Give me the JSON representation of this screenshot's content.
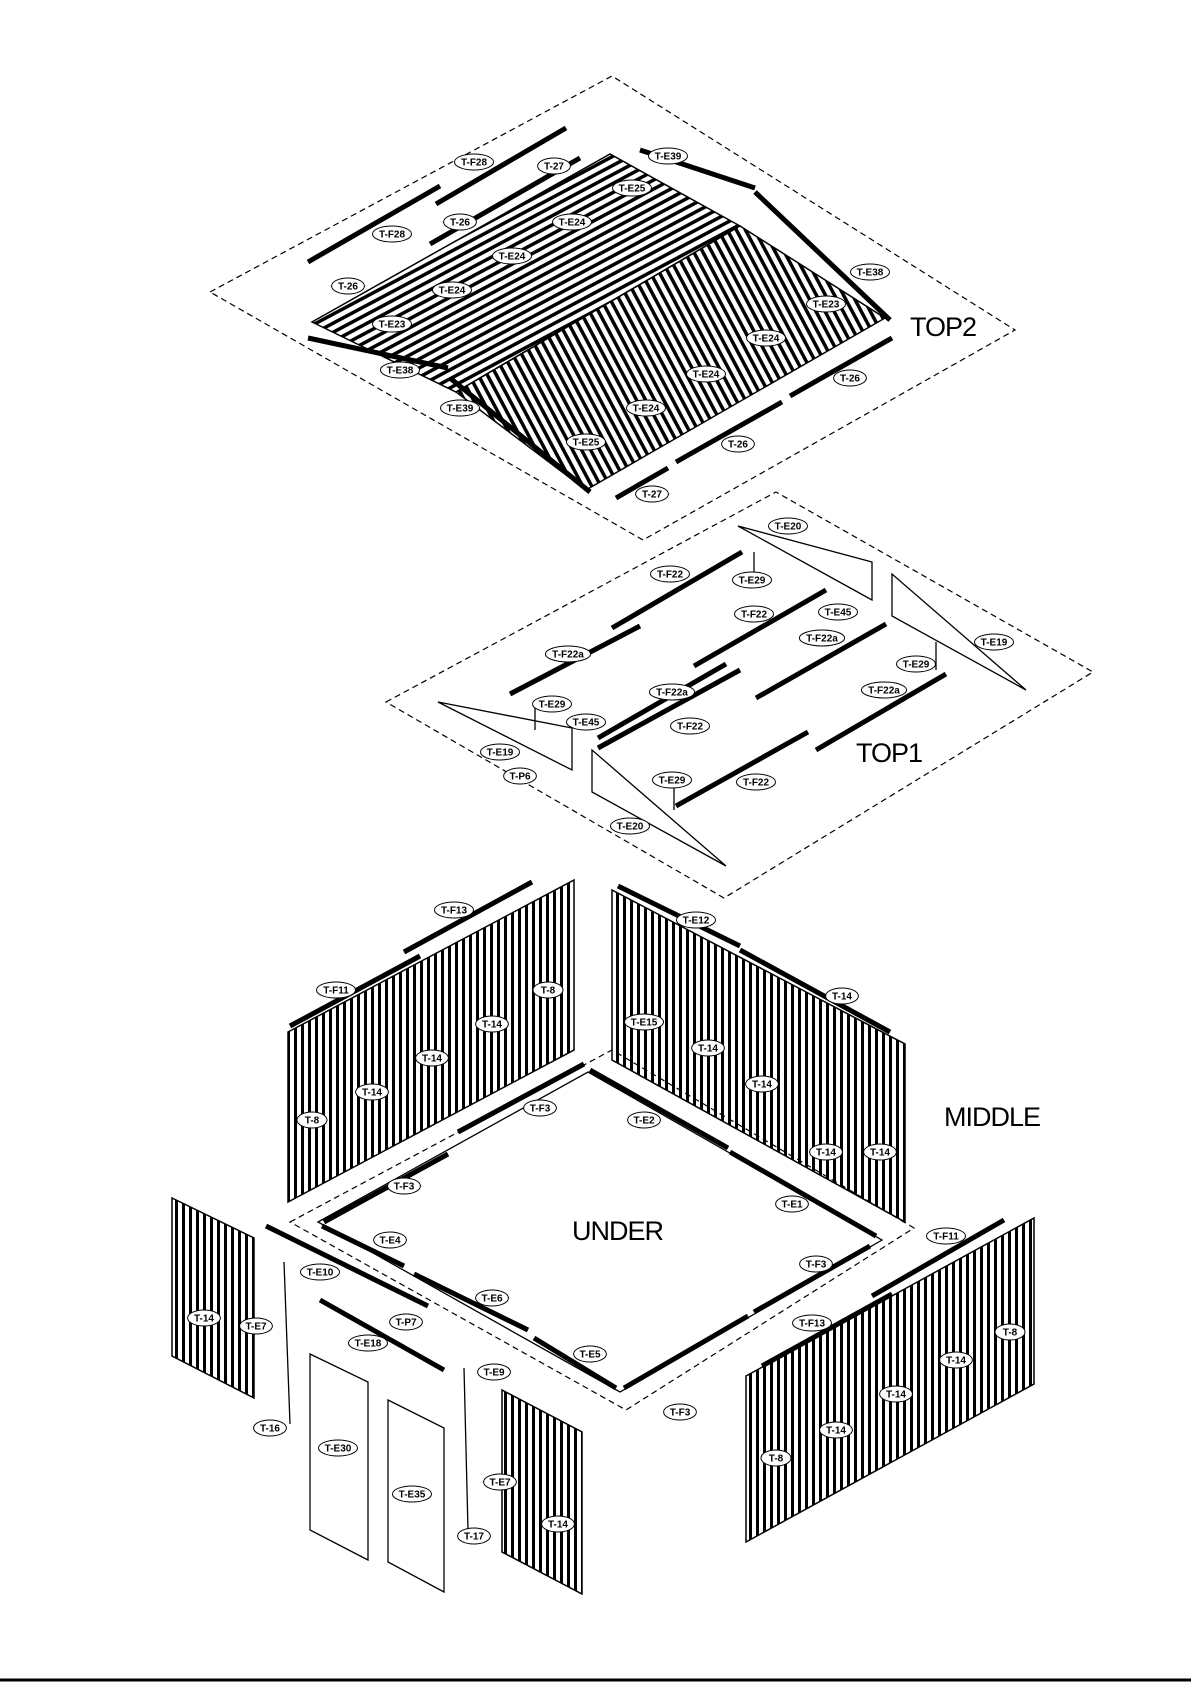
{
  "sections": {
    "top2": "TOP2",
    "top1": "TOP1",
    "middle": "MIDDLE",
    "under": "UNDER"
  },
  "labels": [
    "T-F28",
    "T-27",
    "T-E39",
    "T-E25",
    "T-F28",
    "T-26",
    "T-E24",
    "T-E24",
    "T-26",
    "T-E24",
    "T-E23",
    "T-E38",
    "T-E23",
    "T-E38",
    "T-E24",
    "T-E24",
    "T-26",
    "T-E39",
    "T-E24",
    "T-E25",
    "T-26",
    "T-27",
    "T-E20",
    "T-F22",
    "T-E29",
    "T-F22",
    "T-E45",
    "T-F22a",
    "T-F22a",
    "T-E19",
    "T-E29",
    "T-F22a",
    "T-E29",
    "T-F22a",
    "T-E45",
    "T-F22",
    "T-E19",
    "T-P6",
    "T-E29",
    "T-F22",
    "T-E20",
    "T-F13",
    "T-E12",
    "T-F11",
    "T-8",
    "T-14",
    "T-E15",
    "T-14",
    "T-14",
    "T-14",
    "T-14",
    "T-8",
    "T-F3",
    "T-E2",
    "T-14",
    "T-14",
    "T-14",
    "T-F3",
    "T-E1",
    "T-14",
    "T-E7",
    "T-E4",
    "T-E10",
    "T-E6",
    "T-P7",
    "T-E18",
    "T-E5",
    "T-E9",
    "T-F3",
    "T-F3",
    "T-F11",
    "T-F13",
    "T-8",
    "T-14",
    "T-14",
    "T-14",
    "T-8",
    "T-16",
    "T-E30",
    "T-E35",
    "T-E7",
    "T-17",
    "T-14"
  ]
}
